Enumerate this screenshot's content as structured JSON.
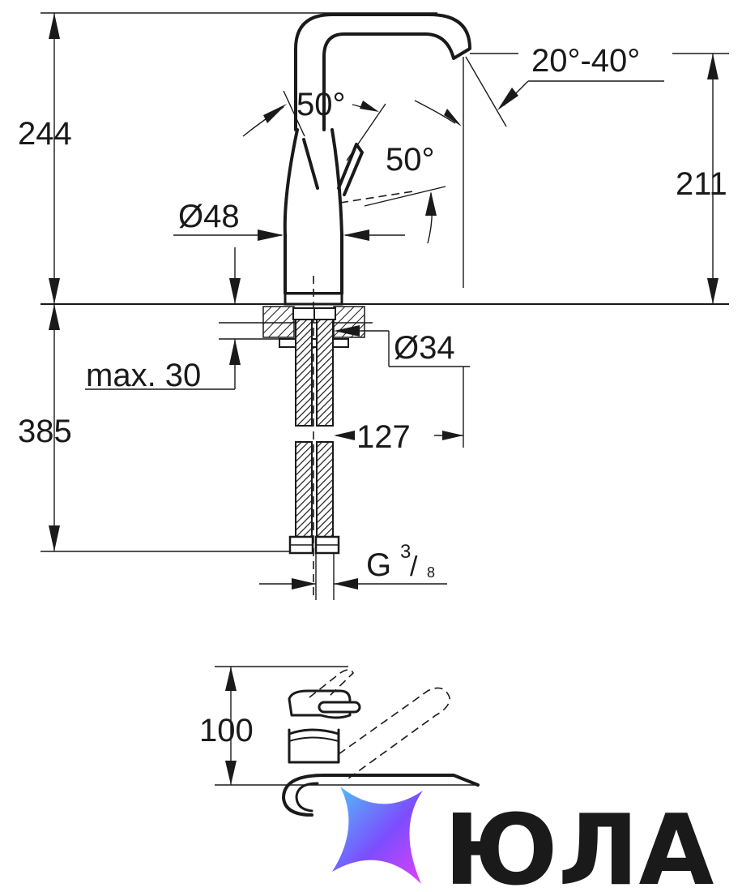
{
  "dimensions": {
    "total_height_above": "244",
    "spout_height": "211",
    "swivel_angle": "20°-40°",
    "lever_angle_top": "50°",
    "lever_angle_side": "50°",
    "body_diameter": "Ø48",
    "hole_diameter": "Ø34",
    "max_thickness": "max. 30",
    "below_length": "385",
    "spout_reach": "127",
    "connection_thread": "G",
    "thread_num": "3",
    "thread_den": "8",
    "plan_depth": "100"
  },
  "logo": {
    "text": "ЮЛА",
    "gradient_from": "#4fc3f7",
    "gradient_mid": "#7c4dff",
    "gradient_to": "#e040fb"
  }
}
